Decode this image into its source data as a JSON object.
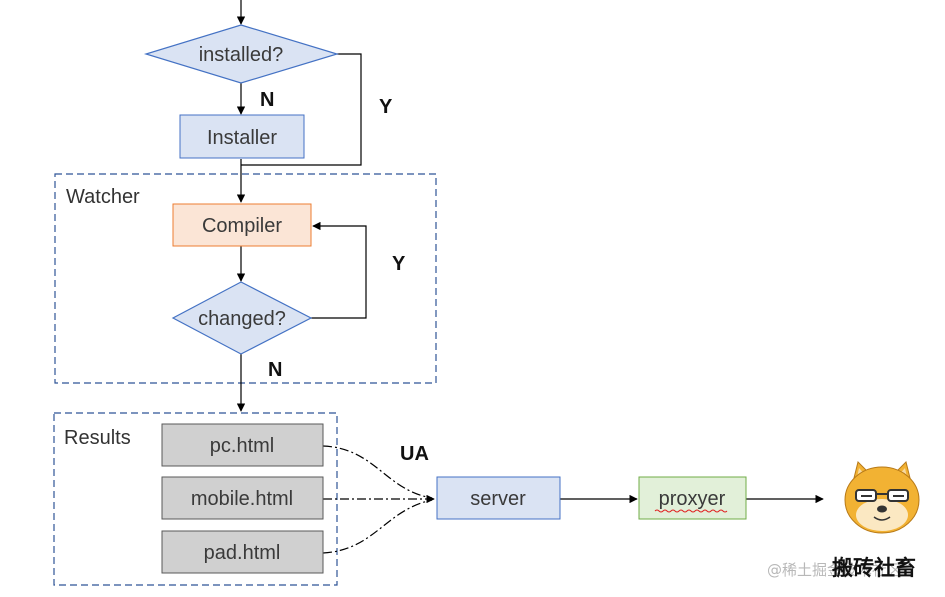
{
  "nodes": {
    "installed": "installed?",
    "installer": "Installer",
    "compiler": "Compiler",
    "changed": "changed?",
    "pc": "pc.html",
    "mobile": "mobile.html",
    "pad": "pad.html",
    "server": "server",
    "proxyer": "proxyer"
  },
  "groups": {
    "watcher": "Watcher",
    "results": "Results"
  },
  "edge_labels": {
    "installed_no": "N",
    "installed_yes": "Y",
    "changed_yes": "Y",
    "changed_no": "N",
    "ua": "UA"
  },
  "watermark": {
    "site": "@稀土掘金技术社区",
    "brand": "搬砖社畜"
  },
  "colors": {
    "diamond_fill": "#dae3f3",
    "diamond_stroke": "#4472c4",
    "process_fill": "#dae3f3",
    "compiler_fill": "#fbe5d6",
    "compiler_stroke": "#ed7d31",
    "result_fill": "#d0d0d0",
    "proxyer_fill": "#e2f0d9",
    "proxyer_stroke": "#70ad47",
    "group_stroke": "#2f5597",
    "edge": "#000000"
  },
  "icons": {
    "mascot": "doge-with-glasses-icon"
  }
}
